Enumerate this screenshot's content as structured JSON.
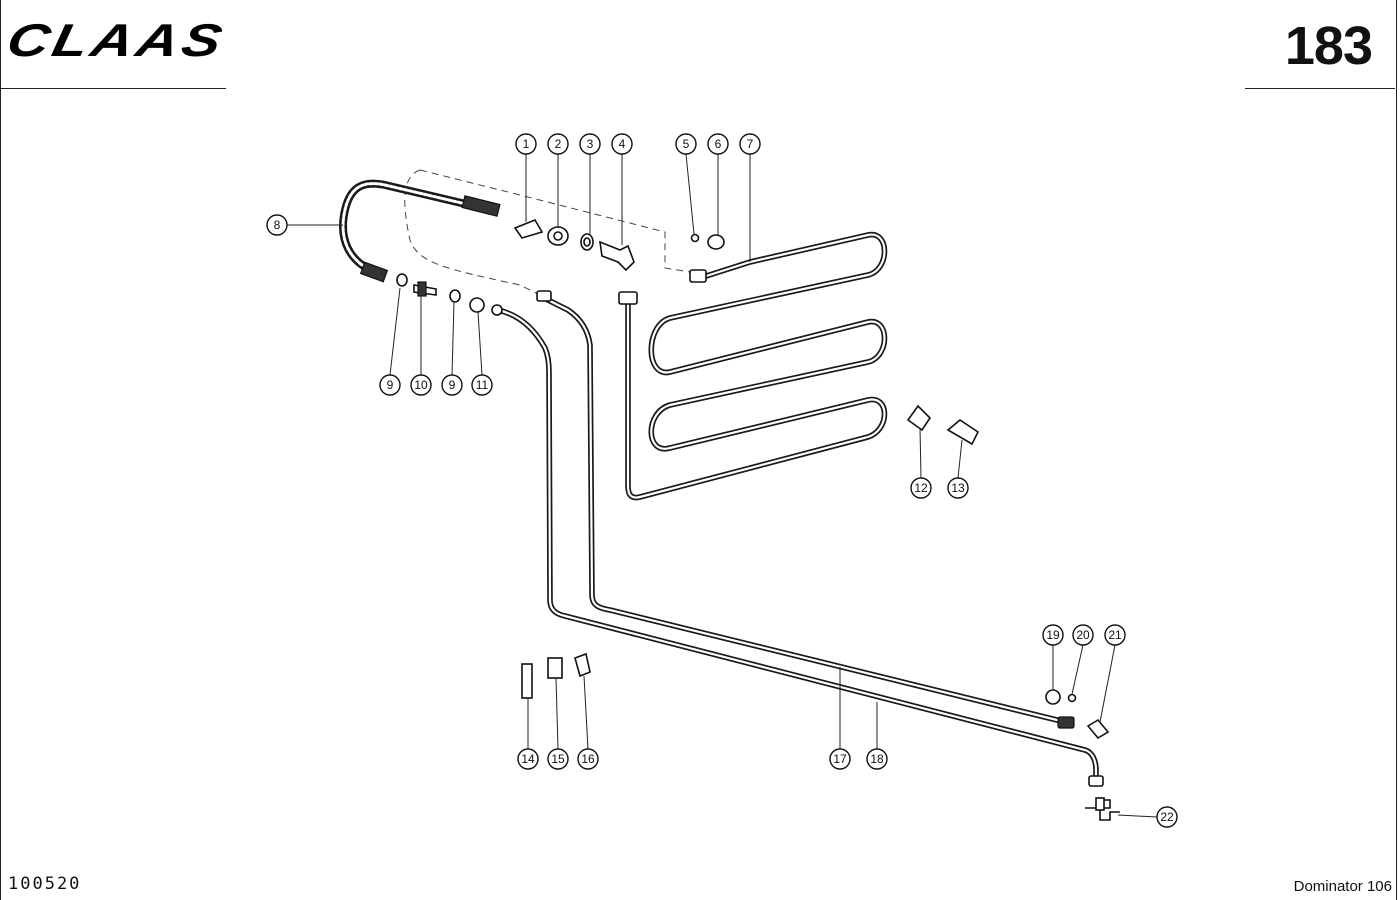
{
  "header": {
    "brand": "CLAAS",
    "page_number": "183"
  },
  "footer": {
    "drawing_number": "100520",
    "model": "Dominator 106"
  },
  "callouts": [
    {
      "label": "1"
    },
    {
      "label": "2"
    },
    {
      "label": "3"
    },
    {
      "label": "4"
    },
    {
      "label": "5"
    },
    {
      "label": "6"
    },
    {
      "label": "7"
    },
    {
      "label": "8"
    },
    {
      "label": "9"
    },
    {
      "label": "10"
    },
    {
      "label": "9"
    },
    {
      "label": "11"
    },
    {
      "label": "12"
    },
    {
      "label": "13"
    },
    {
      "label": "14"
    },
    {
      "label": "15"
    },
    {
      "label": "16"
    },
    {
      "label": "17"
    },
    {
      "label": "18"
    },
    {
      "label": "19"
    },
    {
      "label": "20"
    },
    {
      "label": "21"
    },
    {
      "label": "22"
    }
  ]
}
